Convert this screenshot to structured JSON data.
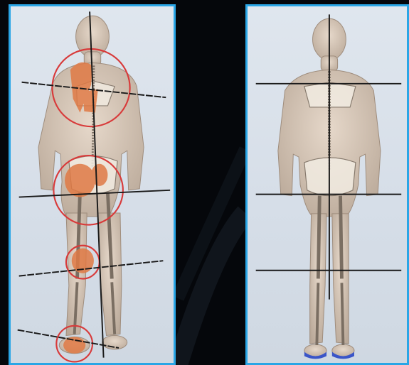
{
  "colors": {
    "background": "#05070b",
    "panel_border": "#2aa6e6",
    "panel_bg": "#d9e0e8",
    "skin": "#d8c8b8",
    "bone": "#f2ece2",
    "pain_highlight": "#e07a45",
    "highlight_circle": "#d83a3a",
    "reference_line": "#1a1a1a",
    "foot_marker": "#3a55c8"
  },
  "panels": [
    {
      "id": "misaligned",
      "posture": "misaligned",
      "pain_zones": [
        "shoulder",
        "pelvis",
        "knee",
        "ankle"
      ]
    },
    {
      "id": "aligned",
      "posture": "aligned",
      "pain_zones": []
    }
  ]
}
